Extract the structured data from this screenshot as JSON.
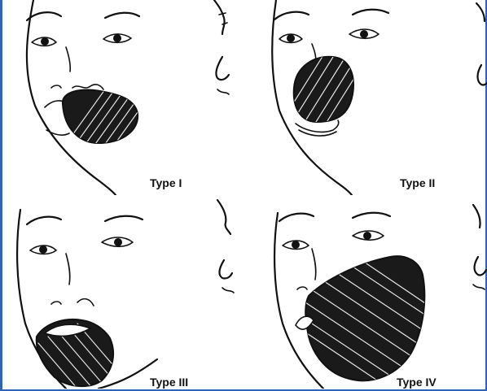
{
  "panels": [
    {
      "label": "Type I"
    },
    {
      "label": "Type II"
    },
    {
      "label": "Type III"
    },
    {
      "label": "Type IV"
    }
  ],
  "colors": {
    "border": "#2f63b9",
    "ink": "#111111",
    "lesion": "#1a1a1a"
  }
}
